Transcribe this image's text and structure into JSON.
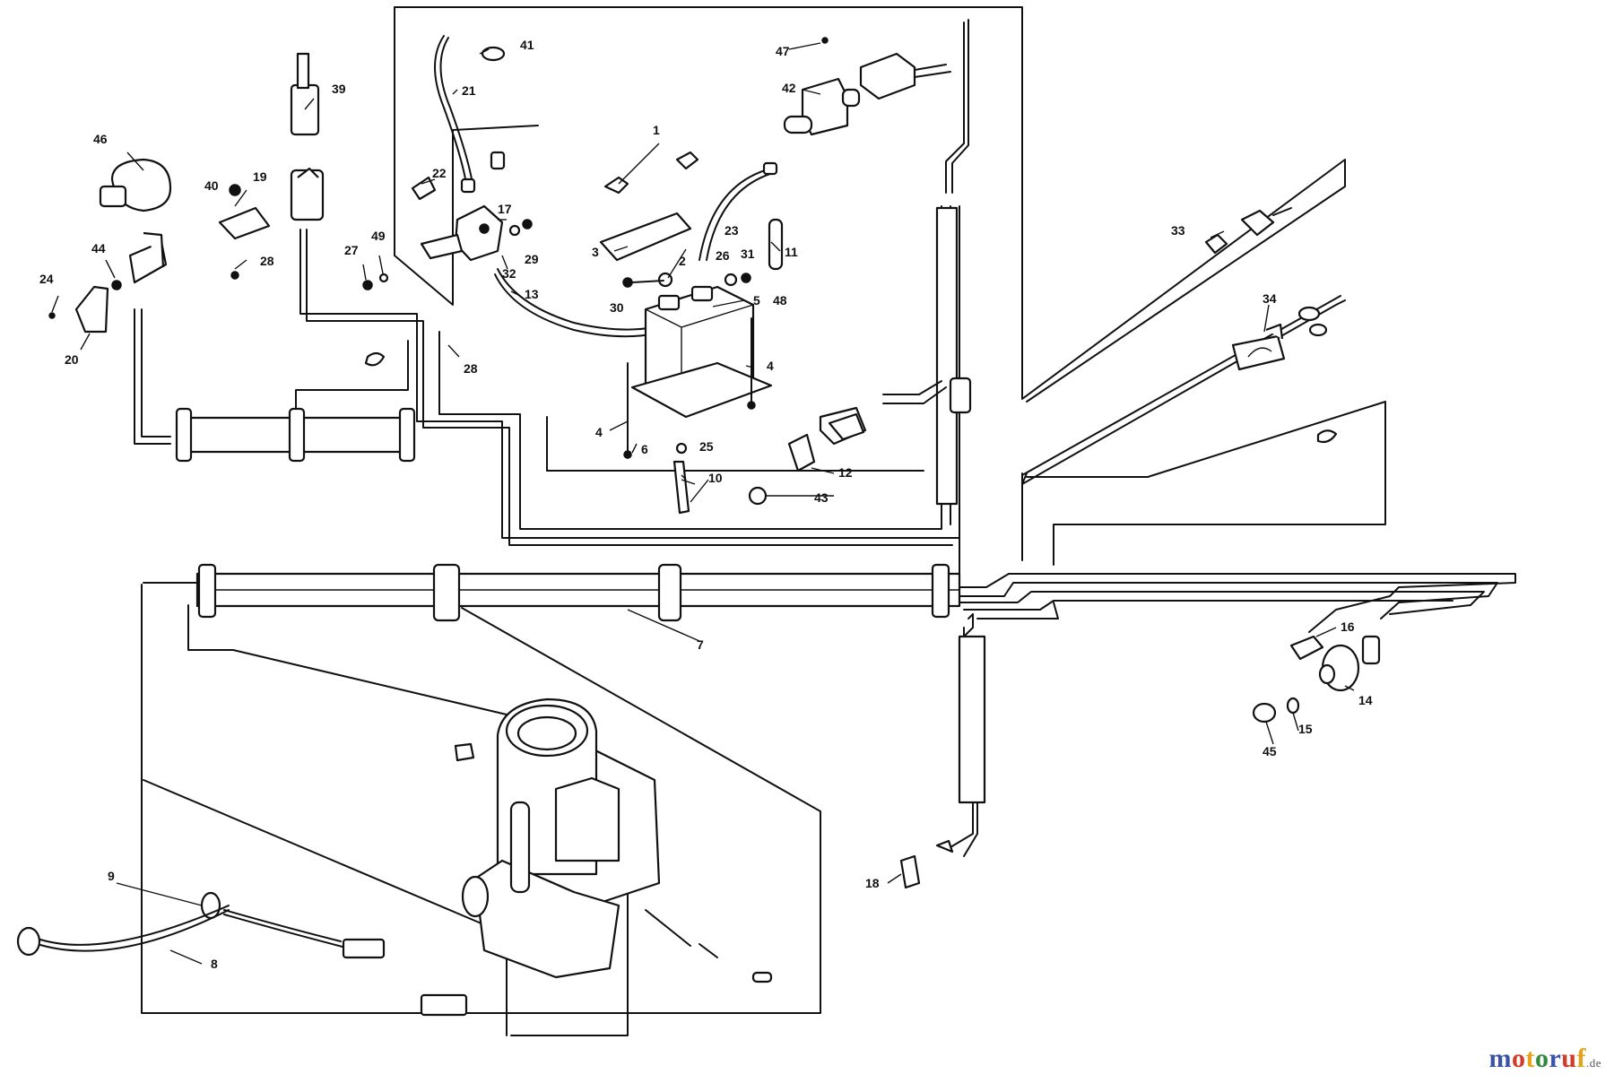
{
  "watermark": {
    "brand": "motoruf",
    "suffix": ".de",
    "colors": [
      "#3a52a8",
      "#d23a2a",
      "#e7a21c",
      "#2f8a3b",
      "#3a52a8",
      "#d23a2a",
      "#e7a21c"
    ]
  },
  "labels": {
    "p1": "1",
    "p2": "2",
    "p3": "3",
    "p4a": "4",
    "p4b": "4",
    "p5": "5",
    "p6": "6",
    "p7": "7",
    "p8": "8",
    "p9": "9",
    "p10": "10",
    "p11": "11",
    "p12": "12",
    "p13": "13",
    "p14": "14",
    "p15": "15",
    "p16": "16",
    "p17": "17",
    "p18": "18",
    "p19": "19",
    "p20": "20",
    "p21": "21",
    "p22": "22",
    "p23": "23",
    "p24": "24",
    "p25": "25",
    "p26": "26",
    "p27": "27",
    "p28a": "28",
    "p28b": "28",
    "p29": "29",
    "p30": "30",
    "p31": "31",
    "p32": "32",
    "p33": "33",
    "p34": "34",
    "p39": "39",
    "p40": "40",
    "p41": "41",
    "p42": "42",
    "p43": "43",
    "p44": "44",
    "p45": "45",
    "p46": "46",
    "p47": "47",
    "p48": "48",
    "p49": "49"
  }
}
